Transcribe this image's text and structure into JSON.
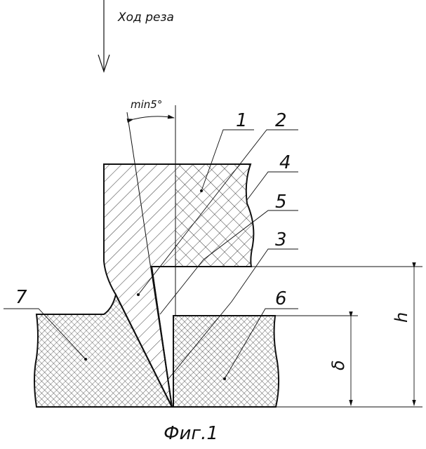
{
  "direction_label": "Ход реза",
  "angle_label": "min5°",
  "part_labels": {
    "p1": "1",
    "p2": "2",
    "p3": "3",
    "p4": "4",
    "p5": "5",
    "p6": "6",
    "p7": "7"
  },
  "dimensions": {
    "h": "h",
    "delta": "δ"
  },
  "caption": "Фиг.1"
}
